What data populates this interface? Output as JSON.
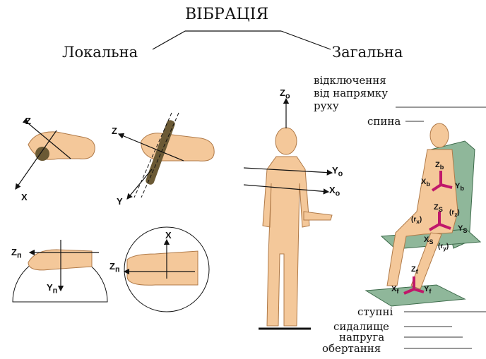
{
  "title": "ВІБРАЦІЯ",
  "branches": {
    "local": "Локальна",
    "general": "Загальна"
  },
  "labels": {
    "deviation": [
      "відключення",
      "від напрямку",
      "руху"
    ],
    "back": "спина",
    "feet": "ступні",
    "seat": "сидалище",
    "voltage": "напруга",
    "rotation": "обертання"
  },
  "axes": {
    "hand1": {
      "z": "Z",
      "x": "X"
    },
    "hand2": {
      "z": "Z",
      "y": "Y"
    },
    "hand3": {
      "z": "Z",
      "zsub": "п",
      "y": "Y",
      "ysub": "п"
    },
    "hand4": {
      "x": "X",
      "z": "Z",
      "zsub": "п"
    },
    "standing": {
      "z": "Z",
      "zsub": "о",
      "y": "Y",
      "ysub": "о",
      "x": "X",
      "xsub": "о"
    },
    "seated_back": {
      "z": "Z",
      "zsub": "b",
      "x": "X",
      "xsub": "b",
      "y": "Y",
      "ysub": "b"
    },
    "seated_seat": {
      "z": "Z",
      "zsub": "S",
      "x": "X",
      "xsub": "S",
      "y": "Y",
      "ysub": "S",
      "rx": "(r",
      "rxsub": "x",
      "rz": "(r",
      "rzsub": "z",
      "ry": "(r",
      "rysub": "y"
    },
    "seated_feet": {
      "z": "Z",
      "zsub": "f",
      "x": "X",
      "xsub": "f",
      "y": "Y",
      "ysub": "f"
    }
  },
  "colors": {
    "skin": "#f4c89a",
    "skin_stroke": "#b07a48",
    "axis_magenta": "#c0186a",
    "seat": "#8fb79a",
    "handle": "#6b5a35"
  }
}
